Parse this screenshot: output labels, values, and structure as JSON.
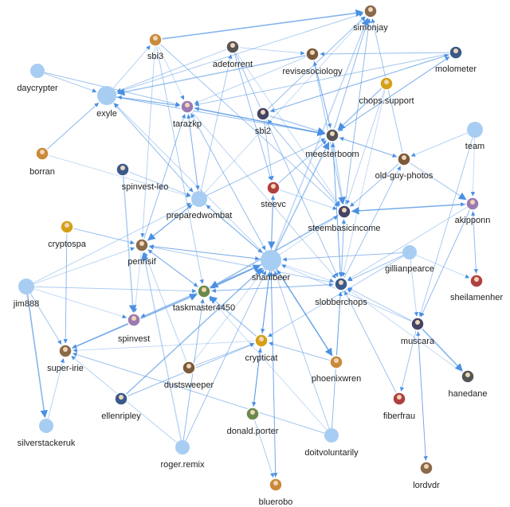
{
  "graph": {
    "edge_color": "#4a90e2",
    "node_color": "#a8cdf2",
    "avatar_colors": [
      "#8a6a4a",
      "#c98a3a",
      "#555555",
      "#7a5a3a",
      "#3a5a8a",
      "#b04040",
      "#6a8a4a",
      "#9a7ab0",
      "#444466",
      "#d4a017"
    ],
    "nodes": [
      {
        "id": "simonjay",
        "label": "simonjay",
        "avatar": true
      },
      {
        "id": "sbi3",
        "label": "sbi3",
        "avatar": true
      },
      {
        "id": "adetorrent",
        "label": "adetorrent",
        "avatar": true
      },
      {
        "id": "revisesociology",
        "label": "revisesociology",
        "avatar": true
      },
      {
        "id": "molometer",
        "label": "molometer",
        "avatar": true
      },
      {
        "id": "daycrypter",
        "label": "daycrypter",
        "avatar": false
      },
      {
        "id": "exyle",
        "label": "exyle",
        "avatar": false
      },
      {
        "id": "tarazkp",
        "label": "tarazkp",
        "avatar": true
      },
      {
        "id": "sbi2",
        "label": "sbi2",
        "avatar": true
      },
      {
        "id": "chops.support",
        "label": "chops.support",
        "avatar": true
      },
      {
        "id": "team",
        "label": "team",
        "avatar": false
      },
      {
        "id": "borran",
        "label": "borran",
        "avatar": true
      },
      {
        "id": "meesterboom",
        "label": "meesterboom",
        "avatar": true
      },
      {
        "id": "old-guy-photos",
        "label": "old-guy-photos",
        "avatar": true
      },
      {
        "id": "spinvest-leo",
        "label": "spinvest-leo",
        "avatar": true
      },
      {
        "id": "steevc",
        "label": "steevc",
        "avatar": true
      },
      {
        "id": "preparedwombat",
        "label": "preparedwombat",
        "avatar": false
      },
      {
        "id": "akipponn",
        "label": "akipponn",
        "avatar": true
      },
      {
        "id": "steembasicincome",
        "label": "steembasicincome",
        "avatar": true
      },
      {
        "id": "cryptospa",
        "label": "cryptospa",
        "avatar": true
      },
      {
        "id": "pennsif",
        "label": "pennsif",
        "avatar": true
      },
      {
        "id": "shanibeer",
        "label": "shanibeer",
        "avatar": false
      },
      {
        "id": "gillianpearce",
        "label": "gillianpearce",
        "avatar": false
      },
      {
        "id": "jim888",
        "label": "jim888",
        "avatar": false
      },
      {
        "id": "slobberchops",
        "label": "slobberchops",
        "avatar": true
      },
      {
        "id": "sheilamenher",
        "label": "sheilamenher",
        "avatar": true
      },
      {
        "id": "taskmaster4450",
        "label": "taskmaster4450",
        "avatar": true
      },
      {
        "id": "spinvest",
        "label": "spinvest",
        "avatar": true
      },
      {
        "id": "muscara",
        "label": "muscara",
        "avatar": true
      },
      {
        "id": "crypticat",
        "label": "crypticat",
        "avatar": true
      },
      {
        "id": "super-irie",
        "label": "super-irie",
        "avatar": true
      },
      {
        "id": "phoenixwren",
        "label": "phoenixwren",
        "avatar": true
      },
      {
        "id": "hanedane",
        "label": "hanedane",
        "avatar": true
      },
      {
        "id": "dustsweeper",
        "label": "dustsweeper",
        "avatar": true
      },
      {
        "id": "ellenripley",
        "label": "ellenripley",
        "avatar": true
      },
      {
        "id": "fiberfrau",
        "label": "fiberfrau",
        "avatar": true
      },
      {
        "id": "donald.porter",
        "label": "donald.porter",
        "avatar": true
      },
      {
        "id": "silverstackeruk",
        "label": "silverstackeruk",
        "avatar": false
      },
      {
        "id": "roger.remix",
        "label": "roger.remix",
        "avatar": false
      },
      {
        "id": "doitvoluntarily",
        "label": "doitvoluntarily",
        "avatar": false
      },
      {
        "id": "lordvdr",
        "label": "lordvdr",
        "avatar": true
      },
      {
        "id": "bluerobo",
        "label": "bluerobo",
        "avatar": true
      }
    ],
    "edges": [
      [
        "shanibeer",
        "simonjay"
      ],
      [
        "shanibeer",
        "exyle"
      ],
      [
        "shanibeer",
        "preparedwombat"
      ],
      [
        "shanibeer",
        "pennsif"
      ],
      [
        "shanibeer",
        "taskmaster4450"
      ],
      [
        "shanibeer",
        "slobberchops"
      ],
      [
        "shanibeer",
        "tarazkp"
      ],
      [
        "shanibeer",
        "meesterboom"
      ],
      [
        "shanibeer",
        "steevc"
      ],
      [
        "shanibeer",
        "super-irie"
      ],
      [
        "shanibeer",
        "spinvest"
      ],
      [
        "shanibeer",
        "crypticat"
      ],
      [
        "shanibeer",
        "donald.porter"
      ],
      [
        "shanibeer",
        "bluerobo"
      ],
      [
        "shanibeer",
        "phoenixwren"
      ],
      [
        "shanibeer",
        "steembasicincome"
      ],
      [
        "preparedwombat",
        "exyle"
      ],
      [
        "preparedwombat",
        "tarazkp"
      ],
      [
        "preparedwombat",
        "meesterboom"
      ],
      [
        "preparedwombat",
        "shanibeer"
      ],
      [
        "preparedwombat",
        "simonjay"
      ],
      [
        "preparedwombat",
        "pennsif"
      ],
      [
        "preparedwombat",
        "adetorrent"
      ],
      [
        "exyle",
        "tarazkp"
      ],
      [
        "exyle",
        "meesterboom"
      ],
      [
        "exyle",
        "preparedwombat"
      ],
      [
        "exyle",
        "sbi3"
      ],
      [
        "exyle",
        "simonjay"
      ],
      [
        "tarazkp",
        "meesterboom"
      ],
      [
        "tarazkp",
        "exyle"
      ],
      [
        "tarazkp",
        "shanibeer"
      ],
      [
        "tarazkp",
        "slobberchops"
      ],
      [
        "tarazkp",
        "preparedwombat"
      ],
      [
        "meesterboom",
        "tarazkp"
      ],
      [
        "meesterboom",
        "simonjay"
      ],
      [
        "meesterboom",
        "steembasicincome"
      ],
      [
        "meesterboom",
        "slobberchops"
      ],
      [
        "meesterboom",
        "old-guy-photos"
      ],
      [
        "meesterboom",
        "molometer"
      ],
      [
        "meesterboom",
        "revisesociology"
      ],
      [
        "revisesociology",
        "meesterboom"
      ],
      [
        "revisesociology",
        "tarazkp"
      ],
      [
        "revisesociology",
        "exyle"
      ],
      [
        "revisesociology",
        "steembasicincome"
      ],
      [
        "adetorrent",
        "steevc"
      ],
      [
        "adetorrent",
        "steembasicincome"
      ],
      [
        "adetorrent",
        "revisesociology"
      ],
      [
        "adetorrent",
        "exyle"
      ],
      [
        "adetorrent",
        "slobberchops"
      ],
      [
        "sbi3",
        "simonjay"
      ],
      [
        "sbi3",
        "tarazkp"
      ],
      [
        "sbi3",
        "pennsif"
      ],
      [
        "sbi3",
        "taskmaster4450"
      ],
      [
        "sbi3",
        "steembasicincome"
      ],
      [
        "sbi2",
        "simonjay"
      ],
      [
        "sbi2",
        "steembasicincome"
      ],
      [
        "sbi2",
        "meesterboom"
      ],
      [
        "sbi2",
        "molometer"
      ],
      [
        "sbi2",
        "steevc"
      ],
      [
        "steembasicincome",
        "simonjay"
      ],
      [
        "steembasicincome",
        "sbi2"
      ],
      [
        "steembasicincome",
        "slobberchops"
      ],
      [
        "steembasicincome",
        "akipponn"
      ],
      [
        "steembasicincome",
        "taskmaster4450"
      ],
      [
        "slobberchops",
        "meesterboom"
      ],
      [
        "slobberchops",
        "taskmaster4450"
      ],
      [
        "slobberchops",
        "steembasicincome"
      ],
      [
        "slobberchops",
        "pennsif"
      ],
      [
        "slobberchops",
        "old-guy-photos"
      ],
      [
        "steevc",
        "meesterboom"
      ],
      [
        "steevc",
        "shanibeer"
      ],
      [
        "steevc",
        "steembasicincome"
      ],
      [
        "pennsif",
        "shanibeer"
      ],
      [
        "pennsif",
        "preparedwombat"
      ],
      [
        "pennsif",
        "tarazkp"
      ],
      [
        "pennsif",
        "spinvest"
      ],
      [
        "pennsif",
        "taskmaster4450"
      ],
      [
        "taskmaster4450",
        "shanibeer"
      ],
      [
        "taskmaster4450",
        "slobberchops"
      ],
      [
        "taskmaster4450",
        "pennsif"
      ],
      [
        "taskmaster4450",
        "super-irie"
      ],
      [
        "jim888",
        "preparedwombat"
      ],
      [
        "jim888",
        "taskmaster4450"
      ],
      [
        "jim888",
        "super-irie"
      ],
      [
        "jim888",
        "silverstackeruk"
      ],
      [
        "jim888",
        "spinvest"
      ],
      [
        "jim888",
        "pennsif"
      ],
      [
        "daycrypter",
        "exyle"
      ],
      [
        "daycrypter",
        "tarazkp"
      ],
      [
        "borran",
        "exyle"
      ],
      [
        "borran",
        "preparedwombat"
      ],
      [
        "spinvest-leo",
        "spinvest"
      ],
      [
        "spinvest-leo",
        "preparedwombat"
      ],
      [
        "cryptospa",
        "pennsif"
      ],
      [
        "cryptospa",
        "super-irie"
      ],
      [
        "team",
        "akipponn"
      ],
      [
        "team",
        "old-guy-photos"
      ],
      [
        "team",
        "muscara"
      ],
      [
        "akipponn",
        "steembasicincome"
      ],
      [
        "akipponn",
        "muscara"
      ],
      [
        "akipponn",
        "sheilamenher"
      ],
      [
        "akipponn",
        "slobberchops"
      ],
      [
        "old-guy-photos",
        "meesterboom"
      ],
      [
        "old-guy-photos",
        "simonjay"
      ],
      [
        "old-guy-photos",
        "steembasicincome"
      ],
      [
        "old-guy-photos",
        "akipponn"
      ],
      [
        "molometer",
        "meesterboom"
      ],
      [
        "molometer",
        "sbi2"
      ],
      [
        "molometer",
        "tarazkp"
      ],
      [
        "molometer",
        "revisesociology"
      ],
      [
        "chops.support",
        "slobberchops"
      ],
      [
        "chops.support",
        "steembasicincome"
      ],
      [
        "chops.support",
        "meesterboom"
      ],
      [
        "gillianpearce",
        "slobberchops"
      ],
      [
        "gillianpearce",
        "shanibeer"
      ],
      [
        "gillianpearce",
        "sheilamenher"
      ],
      [
        "gillianpearce",
        "muscara"
      ],
      [
        "gillianpearce",
        "crypticat"
      ],
      [
        "muscara",
        "fiberfrau"
      ],
      [
        "muscara",
        "hanedane"
      ],
      [
        "muscara",
        "lordvdr"
      ],
      [
        "muscara",
        "shanibeer"
      ],
      [
        "muscara",
        "slobberchops"
      ],
      [
        "crypticat",
        "shanibeer"
      ],
      [
        "crypticat",
        "donald.porter"
      ],
      [
        "crypticat",
        "super-irie"
      ],
      [
        "crypticat",
        "taskmaster4450"
      ],
      [
        "phoenixwren",
        "shanibeer"
      ],
      [
        "phoenixwren",
        "crypticat"
      ],
      [
        "phoenixwren",
        "slobberchops"
      ],
      [
        "dustsweeper",
        "shanibeer"
      ],
      [
        "dustsweeper",
        "pennsif"
      ],
      [
        "dustsweeper",
        "crypticat"
      ],
      [
        "ellenripley",
        "shanibeer"
      ],
      [
        "ellenripley",
        "crypticat"
      ],
      [
        "donald.porter",
        "shanibeer"
      ],
      [
        "donald.porter",
        "crypticat"
      ],
      [
        "donald.porter",
        "bluerobo"
      ],
      [
        "roger.remix",
        "shanibeer"
      ],
      [
        "roger.remix",
        "taskmaster4450"
      ],
      [
        "roger.remix",
        "pennsif"
      ],
      [
        "roger.remix",
        "super-irie"
      ],
      [
        "doitvoluntarily",
        "shanibeer"
      ],
      [
        "doitvoluntarily",
        "super-irie"
      ],
      [
        "doitvoluntarily",
        "slobberchops"
      ],
      [
        "doitvoluntarily",
        "taskmaster4450"
      ],
      [
        "silverstackeruk",
        "super-irie"
      ],
      [
        "super-irie",
        "taskmaster4450"
      ],
      [
        "fiberfrau",
        "slobberchops"
      ],
      [
        "lordvdr",
        "muscara"
      ],
      [
        "hanedane",
        "slobberchops"
      ],
      [
        "sheilamenher",
        "akipponn"
      ],
      [
        "bluerobo",
        "shanibeer"
      ]
    ]
  }
}
